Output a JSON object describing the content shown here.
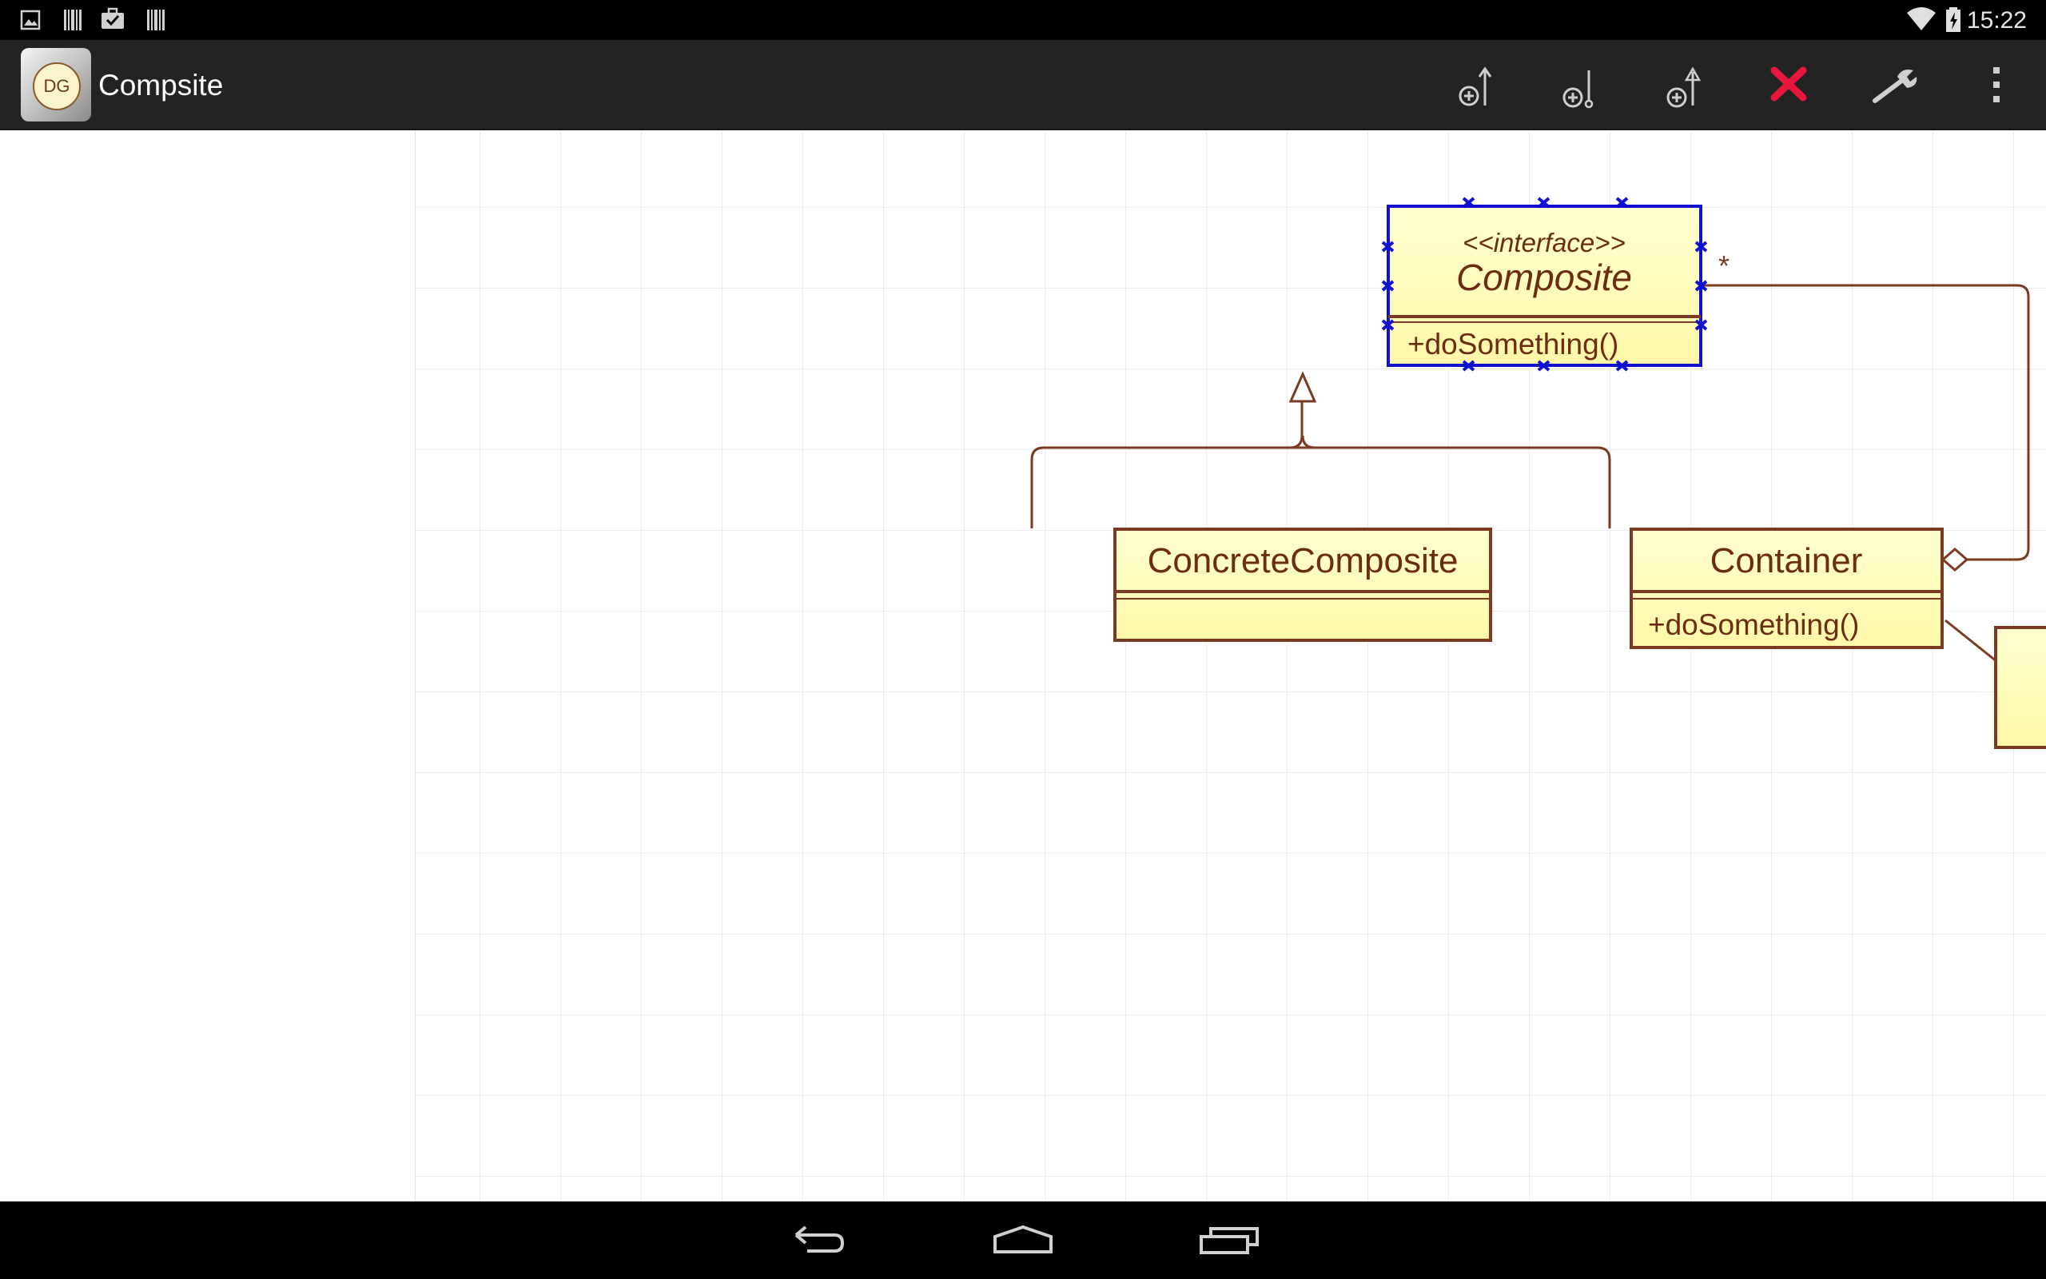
{
  "status_bar": {
    "time": "15:22",
    "left_icons": [
      "image-icon",
      "barcode-icon",
      "briefcase-check-icon",
      "barcode-icon"
    ],
    "right_icons": [
      "wifi-icon",
      "battery-charging-icon"
    ]
  },
  "action_bar": {
    "app_icon_text": "DG",
    "title": "Compsite",
    "actions": [
      {
        "name": "add-above-icon"
      },
      {
        "name": "add-below-icon"
      },
      {
        "name": "add-up-icon"
      },
      {
        "name": "delete-icon"
      },
      {
        "name": "wrench-icon"
      },
      {
        "name": "overflow-menu-icon"
      }
    ]
  },
  "colors": {
    "class_fill_top": "#ffffd0",
    "class_fill_bottom": "#fff8a8",
    "class_border": "#7a3b22",
    "text": "#6b2c12",
    "selection": "#1010d0",
    "delete": "#e8163c",
    "grid": "#ececec"
  },
  "diagram": {
    "interface_class": {
      "stereotype": "<<interface>>",
      "name": "Composite",
      "method": "+doSomething()"
    },
    "concrete_class": {
      "name": "ConcreteComposite"
    },
    "container_class": {
      "name": "Container",
      "method": "+doSomething()"
    },
    "multiplicity": "*"
  },
  "nav_bar": {
    "buttons": [
      "back-icon",
      "home-icon",
      "recent-apps-icon"
    ]
  }
}
